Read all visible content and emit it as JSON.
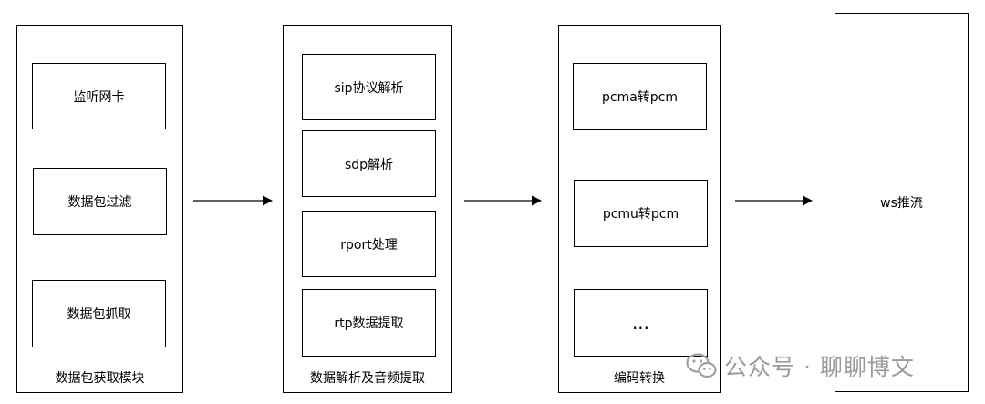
{
  "diagram": {
    "modules": [
      {
        "label": "数据包获取模块",
        "items": [
          "监听网卡",
          "数据包过滤",
          "数据包抓取"
        ]
      },
      {
        "label": "数据解析及音频提取",
        "items": [
          "sip协议解析",
          "sdp解析",
          "rport处理",
          "rtp数据提取"
        ]
      },
      {
        "label": "编码转换",
        "items": [
          "pcma转pcm",
          "pcmu转pcm",
          "..."
        ]
      },
      {
        "label": "",
        "items": [
          "ws推流"
        ]
      }
    ]
  },
  "watermark": {
    "text": "公众号 · 聊聊博文",
    "icon": "wechat-icon"
  },
  "colors": {
    "line": "#000000",
    "watermark": "#9a9a9a"
  }
}
